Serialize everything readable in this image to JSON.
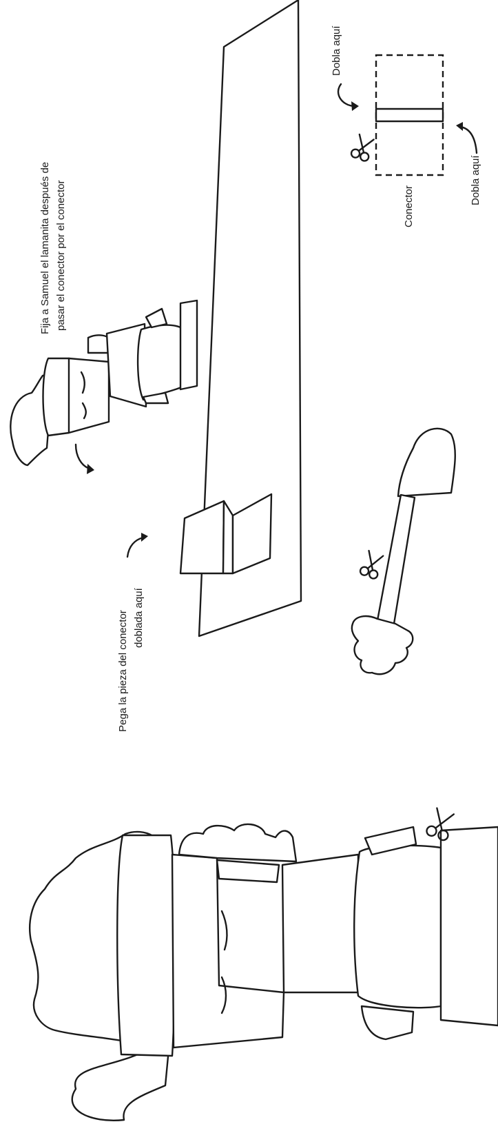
{
  "instructions": {
    "attach_text_line1": "Fija a Samuel el lamanita después de",
    "attach_text_line2": "pasar el conector por el conector",
    "glue_text_line1": "Pega la pieza del conector",
    "glue_text_line2": "doblada aquí",
    "fold_top_label": "Dobla aquí",
    "fold_bottom_label": "Dobla aquí",
    "connector_label": "Conector"
  },
  "icons": {
    "scissors": "scissors-icon",
    "arrow": "curved-arrow-icon"
  },
  "colors": {
    "line": "#1a1a1a",
    "background": "#ffffff"
  }
}
